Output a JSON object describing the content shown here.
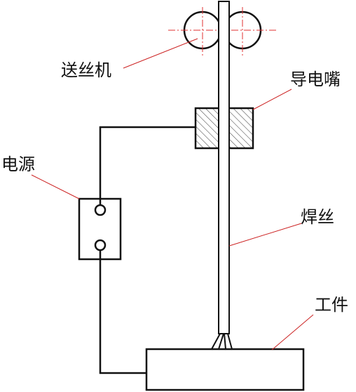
{
  "labels": {
    "wire_feeder": "送丝机",
    "contact_tip": "导电嘴",
    "power_source": "电源",
    "welding_wire": "焊丝",
    "workpiece": "工件"
  },
  "colors": {
    "line": "#111111",
    "leader": "#cc2222",
    "centerline": "#e03030",
    "hatch": "#555555"
  }
}
